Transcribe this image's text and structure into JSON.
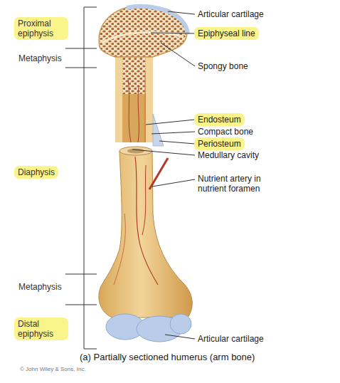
{
  "diagram": {
    "caption": "(a) Partially sectioned humerus (arm bone)",
    "labels": [
      "Proximal epiphysis",
      "Metaphysis",
      "Diaphysis",
      "Metaphysis",
      "Distal epiphysis",
      "Articular cartilage",
      "Epiphyseal line",
      "Spongy bone",
      "Endosteum",
      "Compact bone",
      "Periosteum",
      "Medullary cavity",
      "Nutrient artery in nutrient foramen",
      "Articular cartilage",
      "© John Wiley & Sons, Inc."
    ]
  }
}
